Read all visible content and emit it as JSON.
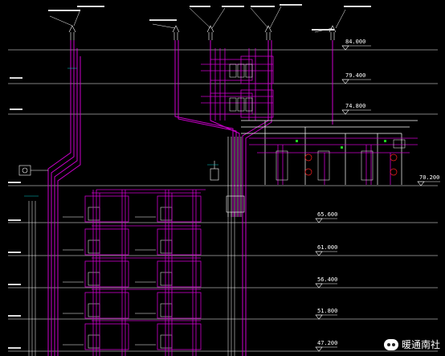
{
  "elevations": [
    "84.000",
    "79.400",
    "74.800",
    "70.200",
    "65.600",
    "61.000",
    "56.400",
    "51.800",
    "47.200"
  ],
  "watermark": {
    "text": "暖通南社",
    "icon": "wechat-icon"
  },
  "colors": {
    "pipe_magenta": "#cc00cc",
    "pipe_white": "#ffffff",
    "line_cyan": "#00cccc",
    "accent_red": "#ff2020",
    "accent_green": "#20d020",
    "floor_line": "#ffffff"
  }
}
